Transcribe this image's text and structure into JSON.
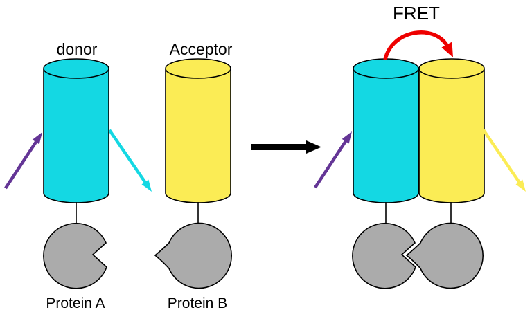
{
  "diagram": {
    "labels": {
      "donor": "donor",
      "acceptor": "Acceptor",
      "fret": "FRET",
      "protein_a": "Protein A",
      "protein_b": "Protein B"
    },
    "colors": {
      "donor": "#14d8e3",
      "acceptor": "#fbec55",
      "protein": "#ababab",
      "excitation": "#643596",
      "fret_arrow": "#ee0000",
      "transition": "#000000",
      "outline": "#000000",
      "background": "#ffffff"
    }
  }
}
